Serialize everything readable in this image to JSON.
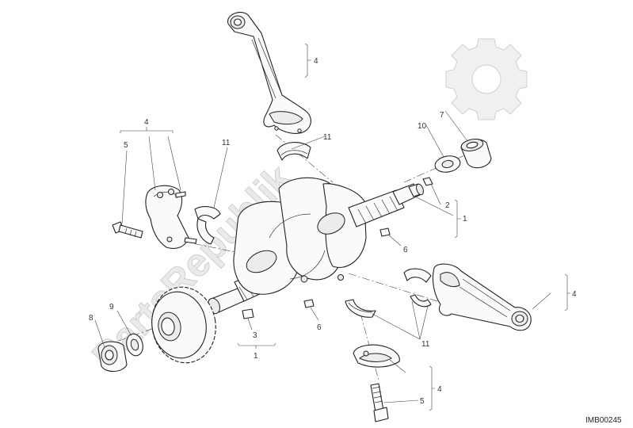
{
  "diagram": {
    "image_code": "IMB00245",
    "watermark_text": "PartsRepublik",
    "watermark_icon": "gear-icon",
    "callouts": {
      "c4_rod_top": "4",
      "c11_top": "11",
      "c7": "7",
      "c10": "10",
      "c4_group_left": "4",
      "c5_left": "5",
      "c11_left": "11",
      "c2": "2",
      "c1_right": "1",
      "c6_upper": "6",
      "c4_rod_right": "4",
      "c9": "9",
      "c8": "8",
      "c3": "3",
      "c1_bottom": "1",
      "c6_lower": "6",
      "c11_bottom": "11",
      "c5_bottom": "5",
      "c4_bottom": "4"
    }
  }
}
